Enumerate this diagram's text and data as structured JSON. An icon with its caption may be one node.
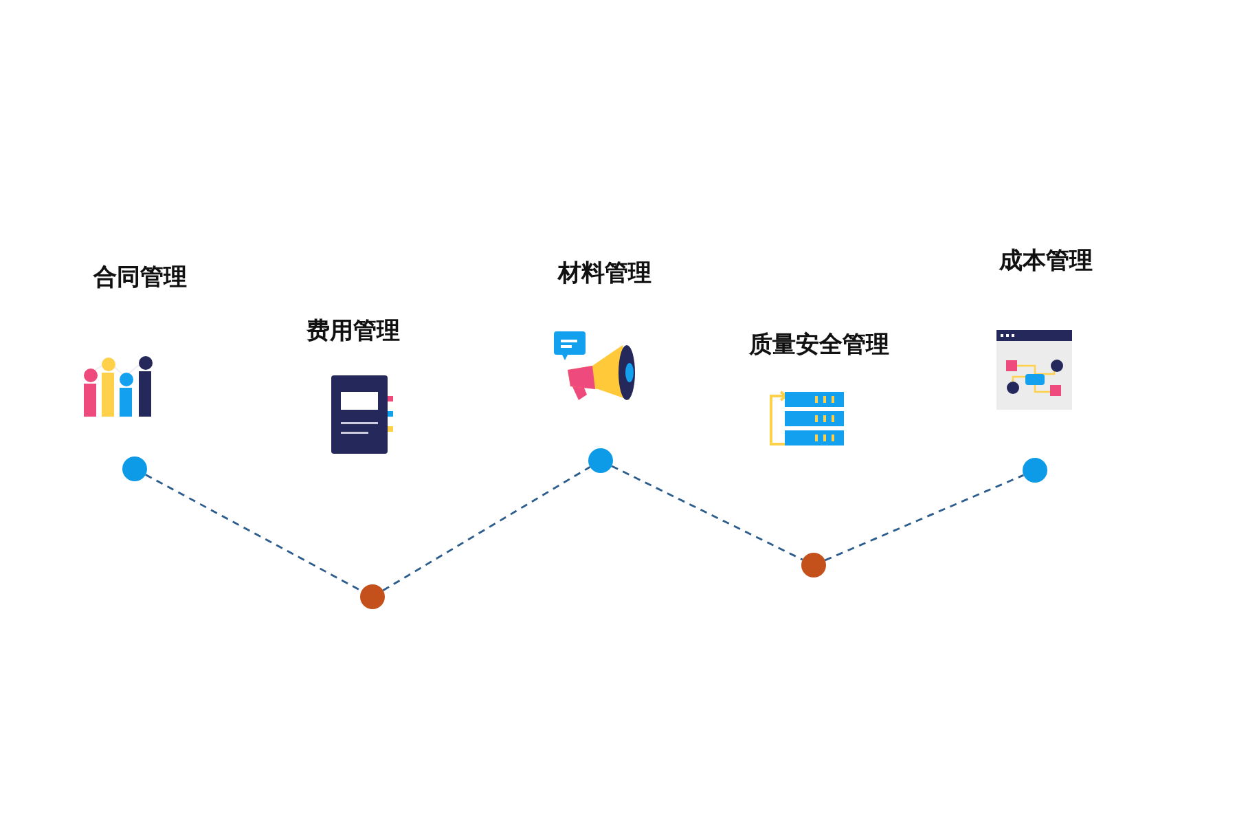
{
  "diagram": {
    "nodes": [
      {
        "text": [],
        "shape": "circle"
      },
      {
        "text": [],
        "shape": "circle"
      },
      {
        "text": [],
        "shape": "circle"
      },
      {
        "text": [],
        "shape": "circle"
      },
      {
        "text": [],
        "shape": "circle"
      }
    ],
    "edges": [
      {
        "from": 0,
        "to": 1,
        "arrow": "none",
        "style": "dashed"
      },
      {
        "from": 1,
        "to": 2,
        "arrow": "none",
        "style": "dashed"
      },
      {
        "from": 2,
        "to": 3,
        "arrow": "none",
        "style": "dashed"
      },
      {
        "from": 3,
        "to": 4,
        "arrow": "none",
        "style": "dashed"
      }
    ],
    "labels": [
      "合同管理",
      "费用管理",
      "材料管理",
      "质量安全管理",
      "成本管理"
    ]
  }
}
